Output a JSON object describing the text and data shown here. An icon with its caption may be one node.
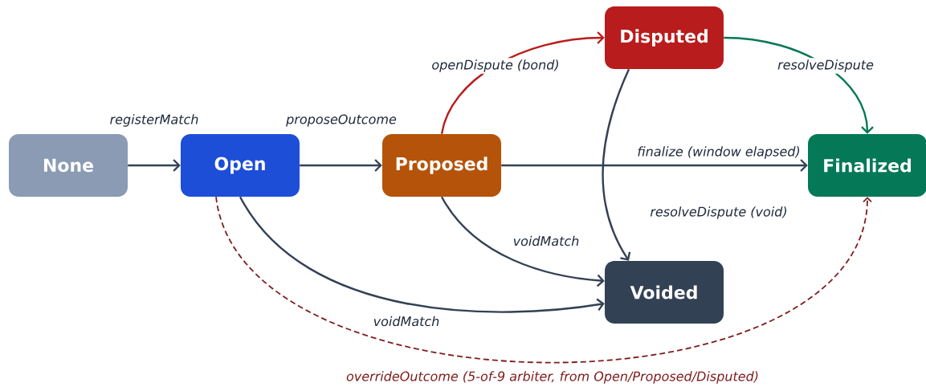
{
  "diagram": {
    "nodes": [
      {
        "text": [
          "None"
        ]
      },
      {
        "text": [
          "Open"
        ]
      },
      {
        "text": [
          "Proposed"
        ]
      },
      {
        "text": [
          "Disputed"
        ]
      },
      {
        "text": [
          "Finalized"
        ]
      },
      {
        "text": [
          "Voided"
        ]
      }
    ],
    "edges": [
      {
        "from": 0,
        "to": 1,
        "arrow": "to",
        "label": "registerMatch"
      },
      {
        "from": 1,
        "to": 2,
        "arrow": "to",
        "label": "proposeOutcome"
      },
      {
        "from": 2,
        "to": 3,
        "arrow": "to",
        "label": "openDispute (bond)",
        "color": "#b91c1c"
      },
      {
        "from": 2,
        "to": 4,
        "arrow": "to",
        "label": "finalize (window elapsed)"
      },
      {
        "from": 3,
        "to": 4,
        "arrow": "to",
        "label": "resolveDispute",
        "color": "#047857"
      },
      {
        "from": 3,
        "to": 5,
        "arrow": "to",
        "label": "resolveDispute (void)"
      },
      {
        "from": 1,
        "to": 5,
        "arrow": "to",
        "label": "voidMatch"
      },
      {
        "from": 2,
        "to": 5,
        "arrow": "to",
        "label": "voidMatch"
      },
      {
        "from": 1,
        "to": 4,
        "arrow": "to",
        "label": "overrideOutcome (5-of-9 arbiter, from Open/Proposed/Disputed)",
        "style": "dashed",
        "color": "#7f1d1d"
      }
    ]
  }
}
